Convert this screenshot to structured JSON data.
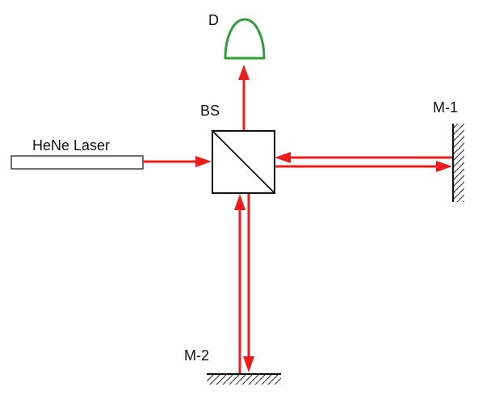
{
  "diagram": {
    "labels": {
      "detector": "D",
      "beam_splitter": "BS",
      "laser": "HeNe Laser",
      "mirror_1": "M-1",
      "mirror_2": "M-2"
    },
    "colors": {
      "beam": "#ee1c1c",
      "detector": "#2e9e3a",
      "outline": "#111111",
      "background": "#ffffff"
    }
  }
}
